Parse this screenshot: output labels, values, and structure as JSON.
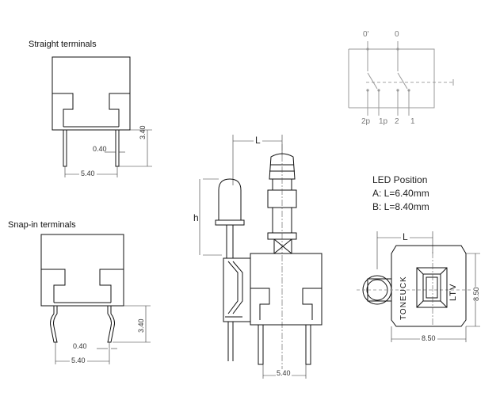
{
  "straight": {
    "title": "Straight terminals",
    "dim_gap": "0.40",
    "dim_pitch": "5.40",
    "dim_height": "3.40"
  },
  "snapin": {
    "title": "Snap-in terminals",
    "dim_gap": "0.40",
    "dim_pitch": "5.40",
    "dim_height": "3.40"
  },
  "schematic": {
    "top_left": "0'",
    "top_right": "0",
    "bottom_labels": [
      "2p",
      "1p",
      "2",
      "1"
    ]
  },
  "side_view": {
    "dim_L": "L",
    "dim_h": "h",
    "dim_pitch": "5.40"
  },
  "led": {
    "title": "LED Position",
    "option_a": "A: L=6.40mm",
    "option_b": "B: L=8.40mm"
  },
  "top_view": {
    "dim_L": "L",
    "brand": "TONEUCK",
    "code": "LTV",
    "dim_width": "8.50",
    "dim_height": "8.50"
  }
}
